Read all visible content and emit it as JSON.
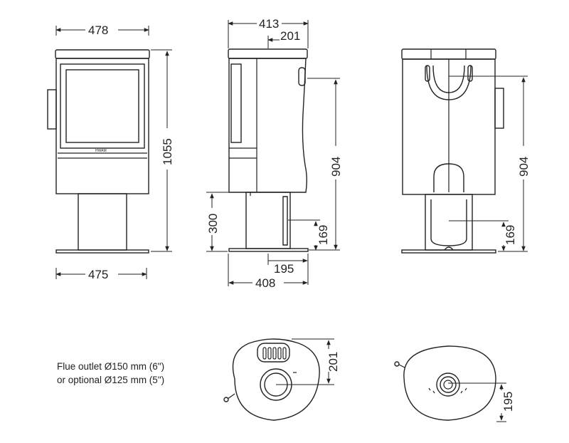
{
  "note": {
    "line1": "Flue outlet Ø150 mm (6\")",
    "line2": "or optional Ø125 mm (5\")"
  },
  "brand_text": "HWAM",
  "dimensions": {
    "front_width_top": "478",
    "front_width_base": "475",
    "front_height": "1055",
    "side_depth_top": "413",
    "side_flue_offset": "201",
    "side_flue_height": "904",
    "side_pedestal_height": "300",
    "side_air_inlet_height": "169",
    "side_air_inlet_offset": "195",
    "side_base_depth": "408",
    "rear_flue_height": "904",
    "rear_air_inlet_height": "169",
    "top_flue_offset": "201",
    "bottom_air_inlet_offset": "195"
  }
}
